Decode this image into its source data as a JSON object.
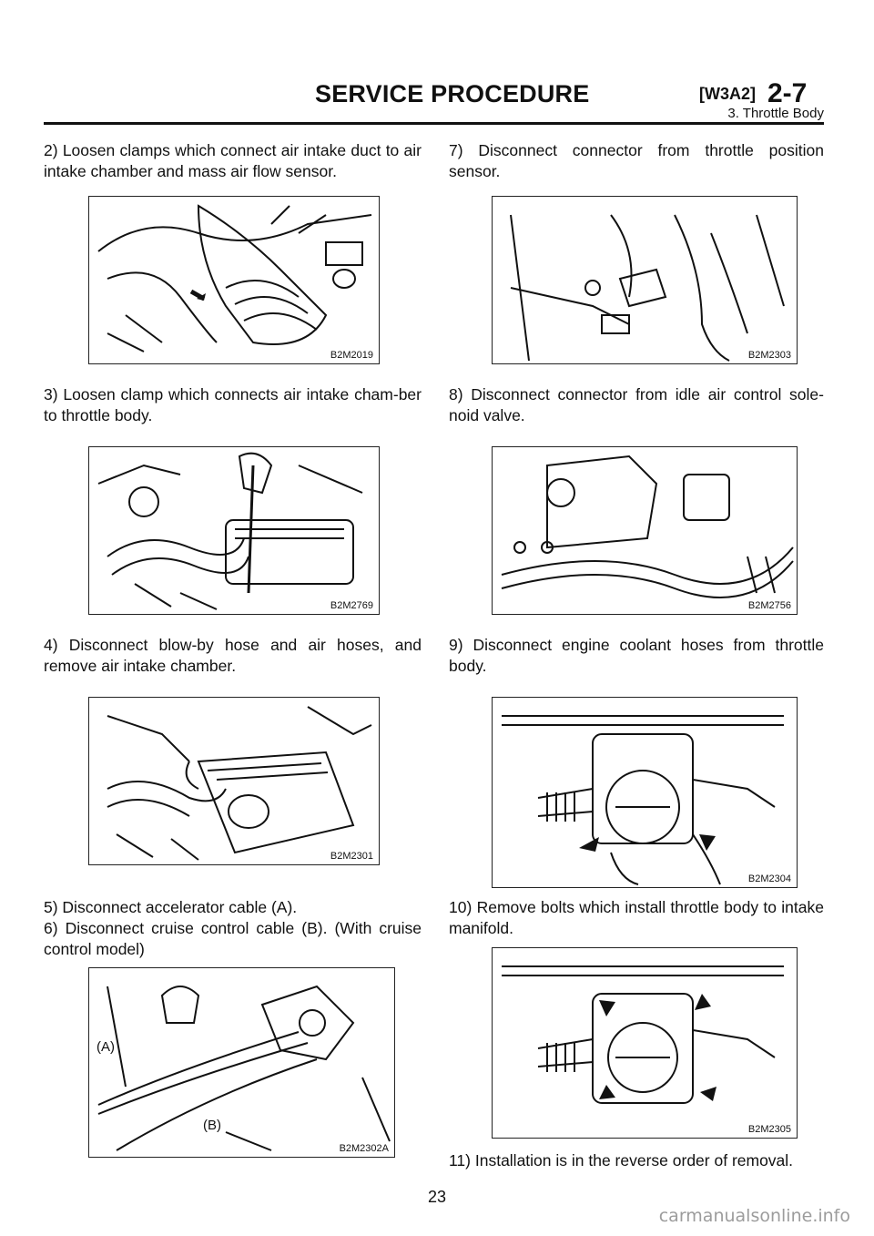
{
  "header": {
    "title": "SERVICE PROCEDURE",
    "code": "[W3A2]",
    "section": "2-7",
    "subtitle": "3. Throttle Body"
  },
  "steps": {
    "s2": "2) Loosen clamps which connect air intake duct to air intake chamber and mass air flow sensor.",
    "s3": "3) Loosen clamp which connects air intake cham-ber to throttle body.",
    "s4": "4) Disconnect blow-by hose and air hoses, and remove air intake chamber.",
    "s5": "5) Disconnect accelerator cable (A).",
    "s6": "6) Disconnect cruise control cable (B). (With cruise control model)",
    "s7": "7) Disconnect connector from throttle position sensor.",
    "s8": "8) Disconnect connector from idle air control sole-noid valve.",
    "s9": "9) Disconnect engine coolant hoses from throttle body.",
    "s10": "10) Remove bolts which install throttle body to intake manifold.",
    "s11": "11) Installation is in the reverse order of removal."
  },
  "figures": {
    "f1": "B2M2019",
    "f2": "B2M2769",
    "f3": "B2M2301",
    "f4": "B2M2302A",
    "f5": "B2M2303",
    "f6": "B2M2756",
    "f7": "B2M2304",
    "f8": "B2M2305"
  },
  "labels": {
    "a": "(A)",
    "b": "(B)"
  },
  "page_number": "23",
  "watermark": "carmanualsonline.info"
}
